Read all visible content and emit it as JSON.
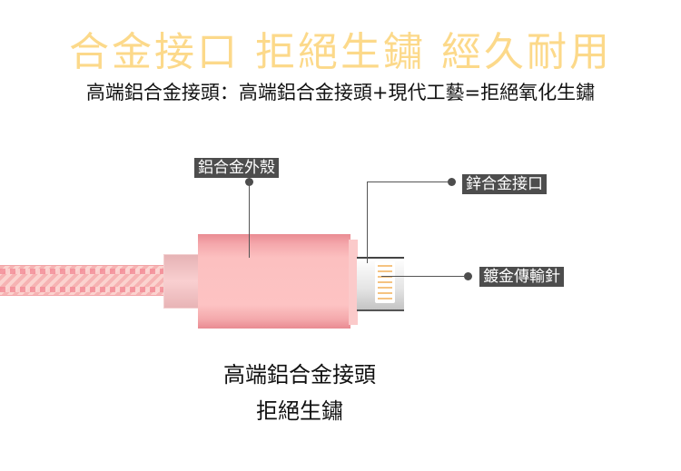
{
  "headline": "合金接口 拒絕生鏽 經久耐用",
  "subline": "高端鋁合金接頭：高端鋁合金接頭+現代工藝=拒絕氧化生鏽",
  "callouts": {
    "housing": "鋁合金外殼",
    "connector": "鋅合金接口",
    "pins": "鍍金傳輸針"
  },
  "caption": {
    "line1": "高端鋁合金接頭",
    "line2": "拒絕生鏽"
  },
  "colors": {
    "headline": "#fcd98a",
    "label_bg": "#4d4d4d",
    "housing": "#fdc3c3",
    "pin": "#f5c381"
  }
}
